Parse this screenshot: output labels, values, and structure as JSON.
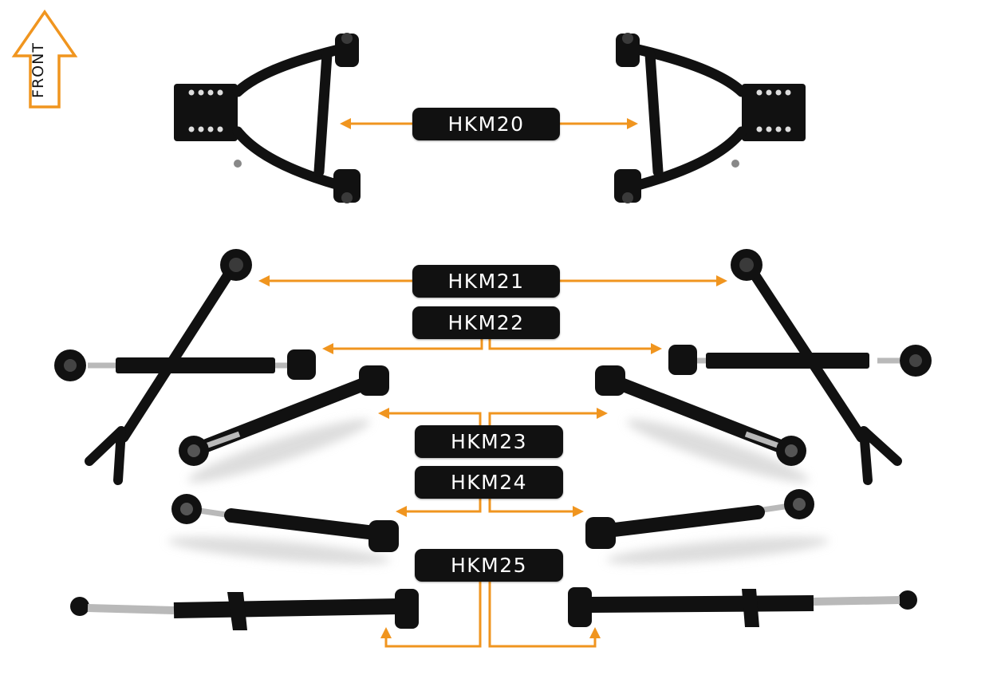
{
  "front_label": "FRONT",
  "labels": {
    "hkm20": "HKM20",
    "hkm21": "HKM21",
    "hkm22": "HKM22",
    "hkm23": "HKM23",
    "hkm24": "HKM24",
    "hkm25": "HKM25"
  },
  "colors": {
    "accent": "#f0951f",
    "label_bg": "#111111",
    "label_text": "#ffffff",
    "part": "#0d0d0d",
    "metal": "#b9b9b9",
    "shadow": "#d8d8d8"
  }
}
